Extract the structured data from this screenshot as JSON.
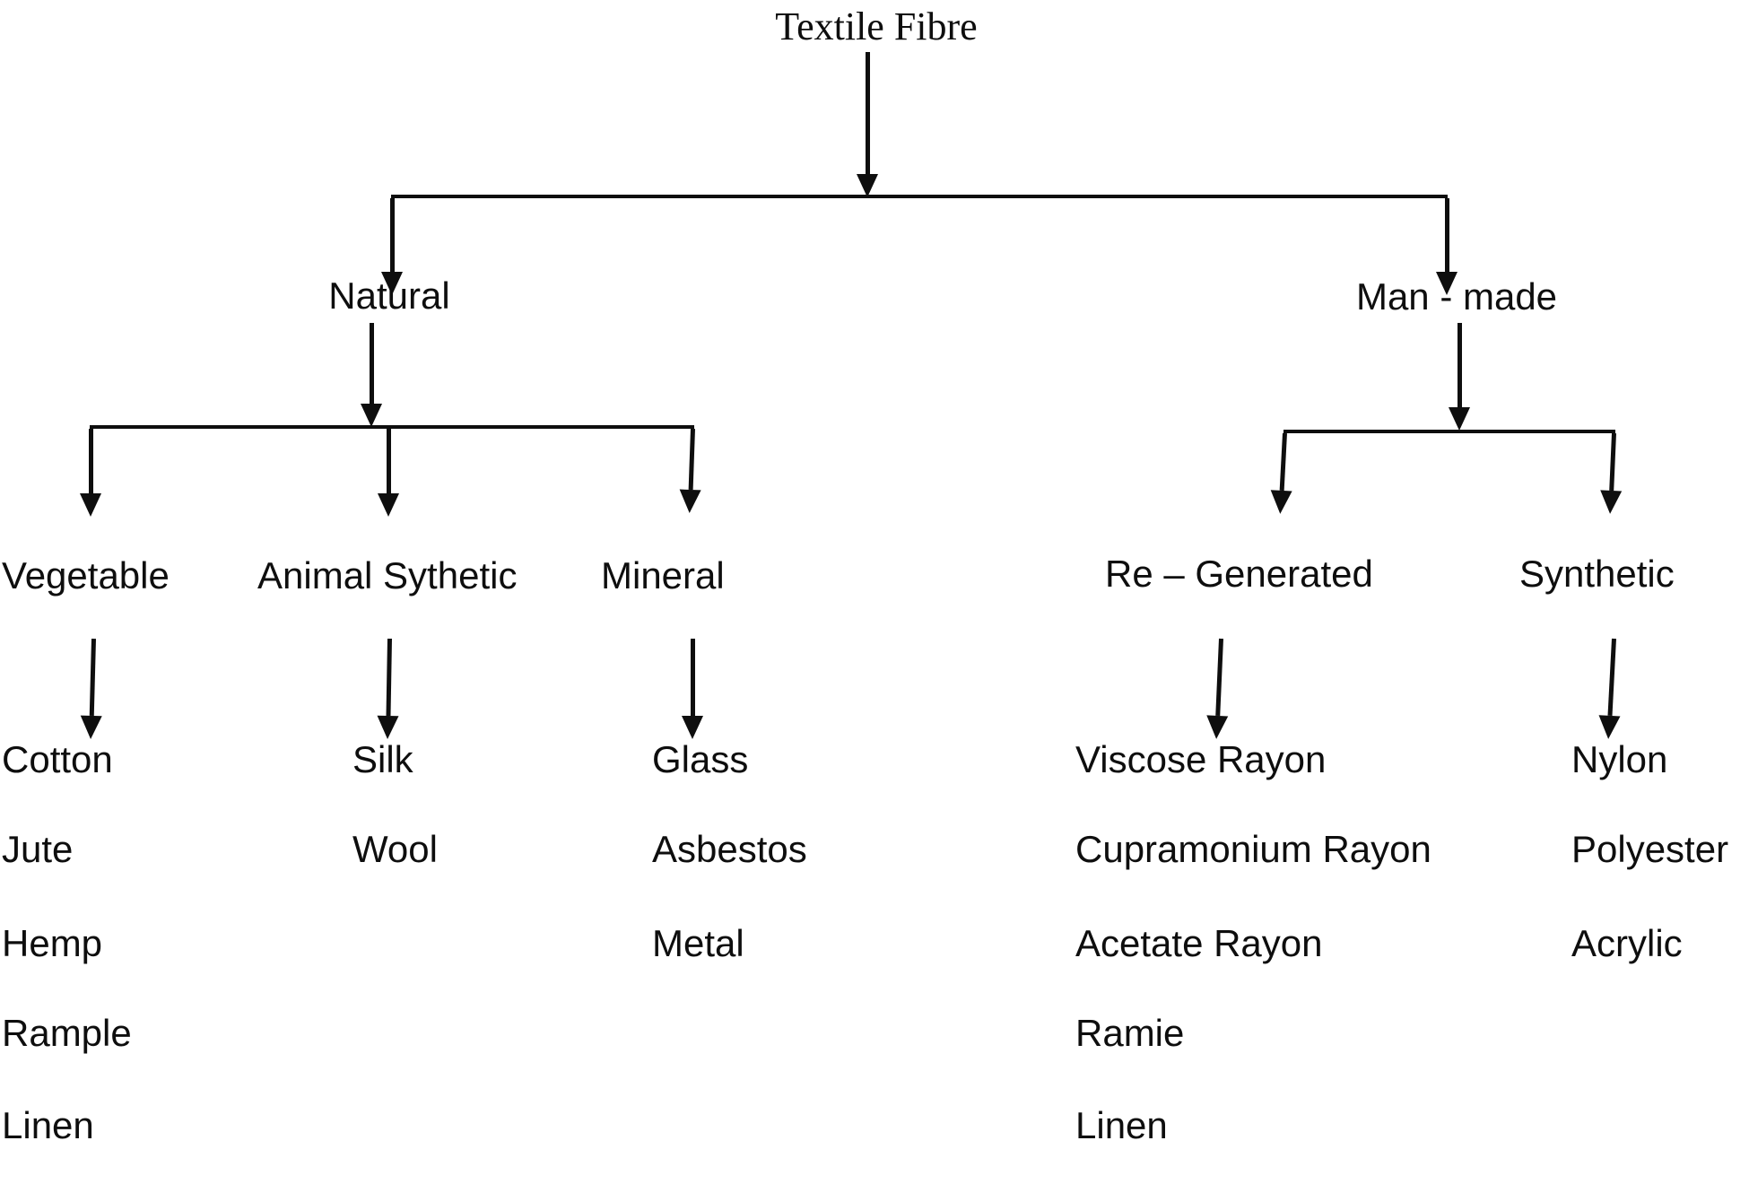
{
  "colors": {
    "ink": "#0e0e0e",
    "background": "#ffffff"
  },
  "tree": {
    "root": {
      "label": "Textile Fibre"
    },
    "branches": [
      {
        "label": "Natural",
        "children": [
          {
            "label": "Vegetable",
            "items": [
              "Cotton",
              "Jute",
              "Hemp",
              "Rample",
              "Linen"
            ]
          },
          {
            "label": "Animal Sythetic",
            "items": [
              "Silk",
              "Wool"
            ]
          },
          {
            "label": "Mineral",
            "items": [
              "Glass",
              "Asbestos",
              "Metal"
            ]
          }
        ]
      },
      {
        "label": "Man - made",
        "children": [
          {
            "label": "Re – Generated",
            "items": [
              "Viscose Rayon",
              "Cupramonium Rayon",
              "Acetate Rayon",
              "Ramie",
              "Linen"
            ]
          },
          {
            "label": "Synthetic",
            "items": [
              "Nylon",
              "Polyester",
              "Acrylic"
            ]
          }
        ]
      }
    ]
  }
}
